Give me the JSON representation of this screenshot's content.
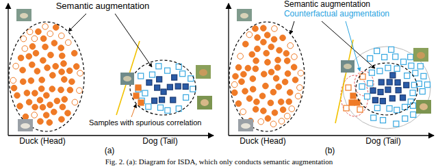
{
  "diagram": {
    "caption": "Fig. 2. (a): Diagram for ISDA, which only conducts semantic augmentation",
    "labels": [
      "Semantic augmentation",
      "Samples with spurious correlation",
      "Duck (Head)",
      "Dog (Tail)",
      "(a)",
      "Semantic augmentation",
      "Counterfactual augmentation",
      "Duck (Head)",
      "Dog (Tail)",
      "(b)"
    ]
  }
}
